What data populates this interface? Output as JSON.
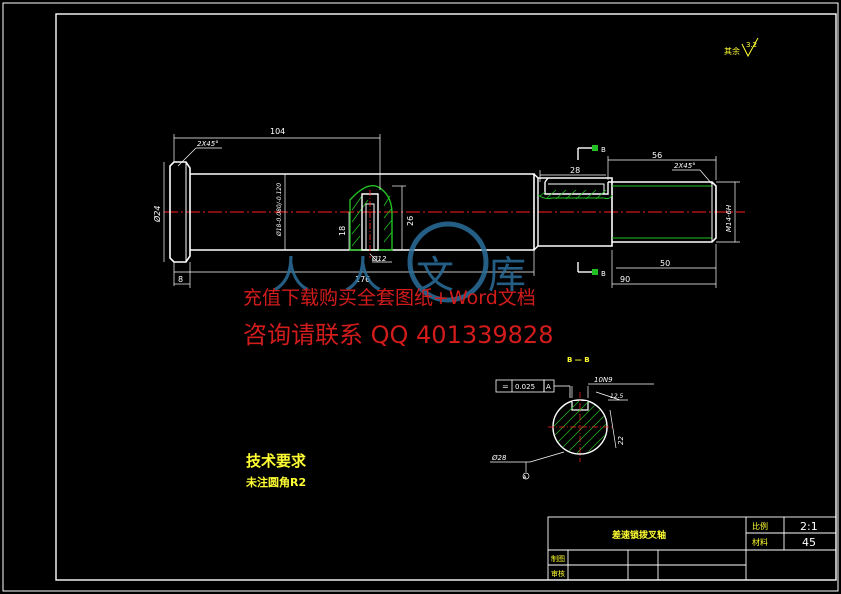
{
  "drawing": {
    "colors": {
      "background": "#000000",
      "frame": "#ffffff",
      "outline": "#ffffff",
      "dimension": "#ffffff",
      "centerline": "#ff2020",
      "hatch": "#22c022",
      "yellow_text": "#ffff33",
      "watermark_red": "#d21c1c",
      "watermark_blue": "#2c6f9c"
    },
    "roughness_note": {
      "label": "其余",
      "value": "3.2"
    },
    "main_view": {
      "dims": {
        "total_length": "104",
        "chamfer_left": "2X45°",
        "diameter_24": "Ø24",
        "diameter_18": "Ø18-0.080/-0.120",
        "depth_18": "18",
        "hole_dia": "Ø12",
        "height_26": "26",
        "length_176": "176",
        "left_8": "8",
        "keyway_length": "28",
        "thread_length": "56",
        "chamfer_right": "2X45°",
        "thread_spec": "M14-6H",
        "thread_50": "50",
        "right_90": "90",
        "section_mark": "B"
      }
    },
    "section_view": {
      "title": "B — B",
      "tolerance_symbol": "=",
      "tolerance_value": "0.025",
      "tolerance_datum": "A",
      "key_width": "10N9",
      "key_depth": "12.5",
      "radius": "22",
      "diameter": "Ø28",
      "datum": "A"
    },
    "watermark": {
      "line1": "充值下载购买全套图纸+Word文档",
      "line2": "咨询请联系 QQ 401339828",
      "logo_text": "人人文库"
    },
    "tech_requirements": {
      "title": "技术要求",
      "item1": "未注圆角R2"
    },
    "title_block": {
      "part_name": "差速锁拨叉轴",
      "scale_label": "比例",
      "scale_value": "2:1",
      "material_label": "材料",
      "material_value": "45",
      "drawn_label": "制图",
      "checked_label": "审核"
    }
  }
}
